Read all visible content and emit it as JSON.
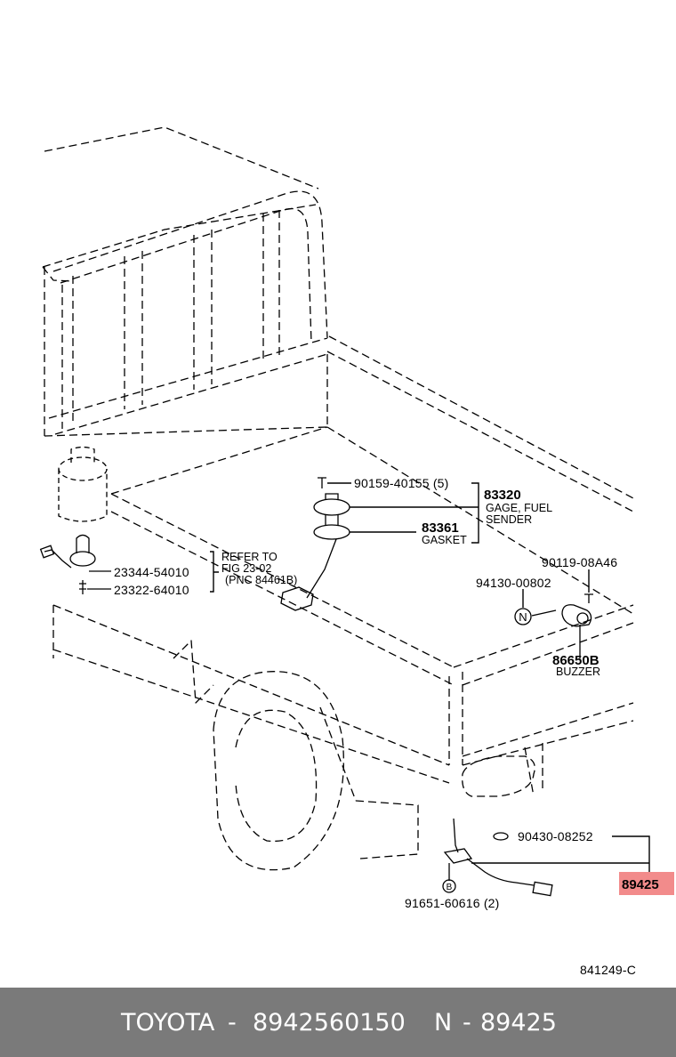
{
  "parts": {
    "screw_90159": "90159-40155 (5)",
    "gage_83320": "83320",
    "gage_83320_name_1": "GAGE, FUEL",
    "gage_83320_name_2": "SENDER",
    "gasket_83361": "83361",
    "gasket_83361_name": "GASKET",
    "refer_1": "REFER TO",
    "refer_2": "FIG 23-02",
    "refer_3": "(PNC 84461B)",
    "part_23344": "23344-54010",
    "part_23322": "23322-64010",
    "bolt_90119": "90119-08A46",
    "nut_94130": "94130-00802",
    "nut_symbol": "N",
    "buzzer_86650b": "86650B",
    "buzzer_name": "BUZZER",
    "grommet_90430": "90430-08252",
    "target_89425": "89425",
    "bolt_91651": "91651-60616 (2)",
    "bolt_symbol": "B",
    "figure_id": "841249-C"
  },
  "colors": {
    "highlight": "#f28b8b",
    "footer_bg": "#7a7a7a"
  },
  "footer": {
    "brand": "TOYOTA",
    "sep1": "-",
    "part_number": "8942560150",
    "ref_prefix": "N",
    "sep2": "-",
    "ref_code": "89425"
  }
}
